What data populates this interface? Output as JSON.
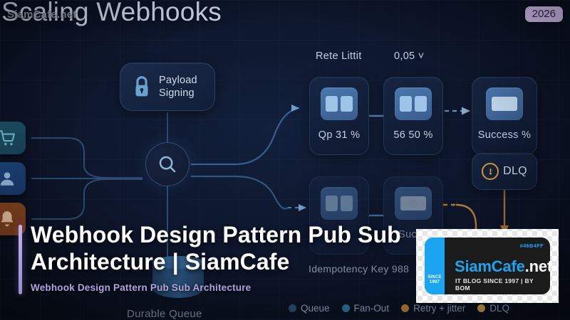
{
  "page": {
    "hero_title": "Scaling Webhooks",
    "year_badge": "2026",
    "watermark": "SiamCafe.net",
    "background_color": "#0b1120"
  },
  "diagram": {
    "sources": [
      {
        "name": "cart-icon",
        "label": "Cart",
        "color": "#1c5a6e"
      },
      {
        "name": "user-icon",
        "label": "User",
        "color": "#1d4a86"
      },
      {
        "name": "bell-icon",
        "label": "Notification",
        "color": "#8c4a24"
      }
    ],
    "payload_box": {
      "line1": "Payload",
      "line2": "Signing",
      "icon": "lock-icon"
    },
    "hub": {
      "icon": "search-icon"
    },
    "labels": {
      "rete": "Rete Littit",
      "rate": "0,05",
      "rate_caret": "˅",
      "idempotency": "Idempotency Key  988",
      "durable_queue": "Durable Queue"
    },
    "cards": [
      {
        "id": "card-a",
        "caption": "Qp 31 %",
        "thumb": "split-panes"
      },
      {
        "id": "card-b",
        "caption": "56 50 %",
        "thumb": "split-panes"
      },
      {
        "id": "card-c",
        "caption": "Success %",
        "thumb": "wide-bar"
      },
      {
        "id": "card-d",
        "caption": "",
        "thumb": "split-panes"
      },
      {
        "id": "card-e",
        "caption": "Succe",
        "thumb": "dot-panel"
      }
    ],
    "dlq": {
      "label": "DLQ",
      "icon": "dlq-badge-icon",
      "color": "#c89a4a"
    },
    "legend": [
      {
        "label": "Queue",
        "color": "#2e4866"
      },
      {
        "label": "Fan-Out",
        "color": "#2b6f96"
      },
      {
        "label": "Retry + jitter",
        "color": "#b4793a"
      },
      {
        "label": "DLQ",
        "color": "#c89a4a"
      }
    ]
  },
  "overlay": {
    "title": "Webhook Design Pattern Pub Sub Architecture | SiamCafe",
    "subtitle": "Webhook Design Pattern Pub Sub Architecture",
    "accent_color": "#b2a3dc"
  },
  "logo": {
    "hex": "#46B4FF",
    "name_left": "SiamCafe",
    "name_right": ".net",
    "tagline": "IT BLOG SINCE 1997 | BY BOM",
    "since_line1": "SINCE",
    "since_line2": "1997",
    "brand_blue": "#1ba4f0"
  }
}
